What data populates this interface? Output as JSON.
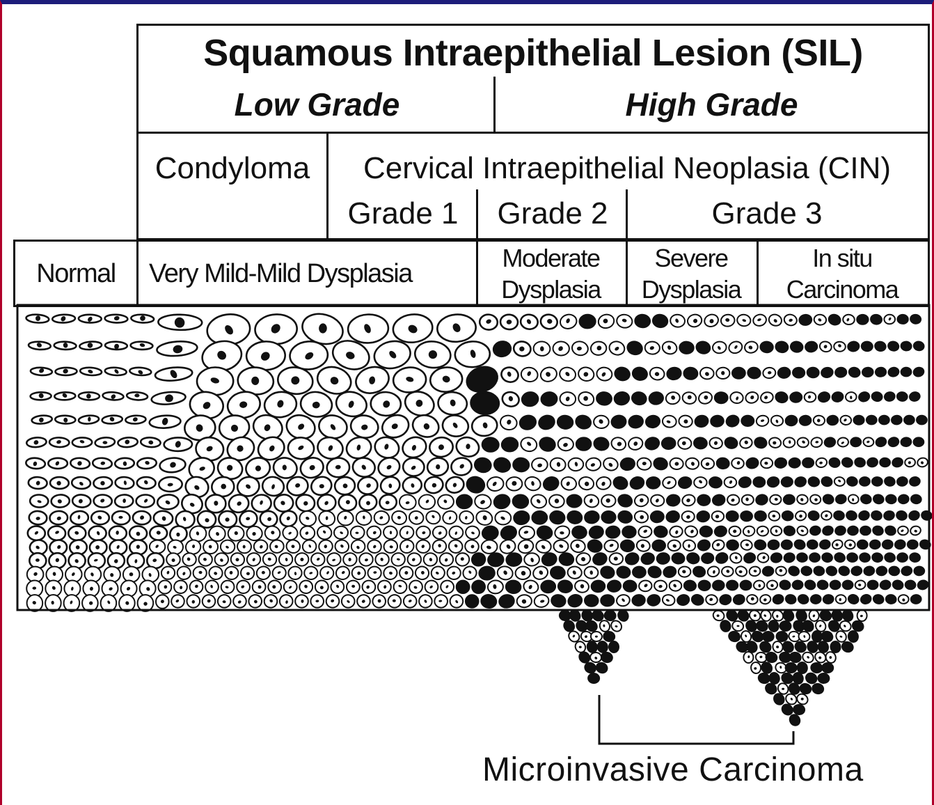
{
  "header": {
    "title": "Squamous Intraepithelial Lesion (SIL)",
    "low_grade": "Low Grade",
    "high_grade": "High Grade"
  },
  "classification": {
    "condyloma": "Condyloma",
    "cin": "Cervical Intraepithelial Neoplasia (CIN)",
    "grade_1": "Grade 1",
    "grade_2": "Grade 2",
    "grade_3": "Grade 3"
  },
  "dysplasia": {
    "normal": "Normal",
    "very_mild_mild": "Very Mild-Mild Dysplasia",
    "moderate_line1": "Moderate",
    "moderate_line2": "Dysplasia",
    "severe_line1": "Severe",
    "severe_line2": "Dysplasia",
    "in_situ_line1": "In situ",
    "in_situ_line2": "Carcinoma"
  },
  "caption": {
    "microinvasive": "Microinvasive Carcinoma"
  },
  "colors": {
    "frame_top": "#1d1d7a",
    "frame_side": "#b0002a",
    "ink": "#111111",
    "paper": "#ffffff"
  }
}
